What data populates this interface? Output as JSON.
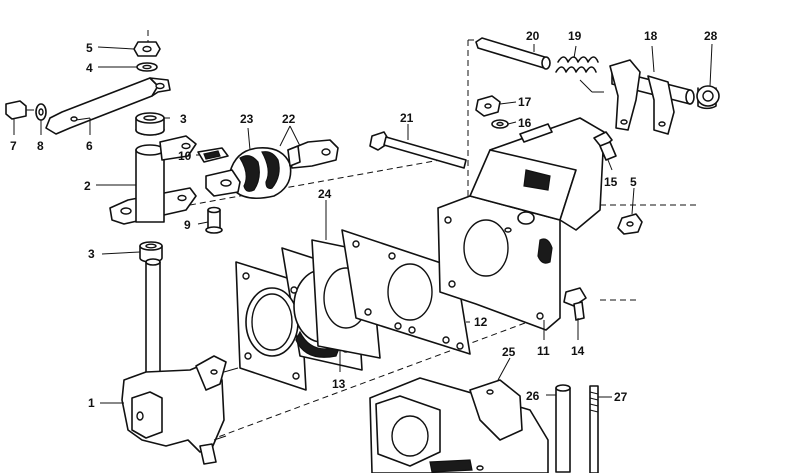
{
  "callouts": {
    "c1": "1",
    "c2": "2",
    "c3a": "3",
    "c3b": "3",
    "c4": "4",
    "c5a": "5",
    "c5b": "5",
    "c6": "6",
    "c7": "7",
    "c8": "8",
    "c9": "9",
    "c10": "10",
    "c11": "11",
    "c12": "12",
    "c13": "13",
    "c14": "14",
    "c15": "15",
    "c16": "16",
    "c17": "17",
    "c18": "18",
    "c19": "19",
    "c20": "20",
    "c21": "21",
    "c22": "22",
    "c23": "23",
    "c24": "24",
    "c25": "25",
    "c26": "26",
    "c27": "27",
    "c28": "28"
  },
  "colors": {
    "ink": "#111111",
    "paper": "#ffffff"
  }
}
